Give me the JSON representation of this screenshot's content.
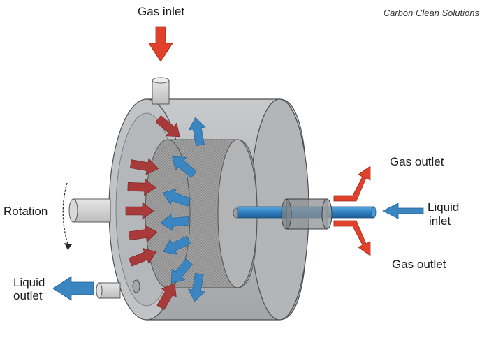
{
  "credit": "Carbon Clean Solutions",
  "labels": {
    "gas_inlet": "Gas inlet",
    "gas_outlet_upper": "Gas outlet",
    "gas_outlet_lower": "Gas outlet",
    "liquid_inlet_line1": "Liquid",
    "liquid_inlet_line2": "inlet",
    "liquid_outlet_line1": "Liquid",
    "liquid_outlet_line2": "outlet",
    "rotation": "Rotation"
  },
  "colors": {
    "gas_arrow": "#e0412a",
    "gas_arrow_dark": "#a83a3a",
    "liquid_arrow": "#3b86c0",
    "liquid_arrow_light": "#4a9ad4",
    "housing": "#b9bcbf",
    "housing_dark": "#8e9295",
    "packing": "#9a9a9a"
  },
  "icons": {
    "gas_inlet_arrow": "arrow-down-icon",
    "liquid_inlet_arrow": "arrow-left-icon",
    "liquid_outlet_arrow": "arrow-left-icon",
    "rotation_arrow": "curved-arrow-icon"
  }
}
